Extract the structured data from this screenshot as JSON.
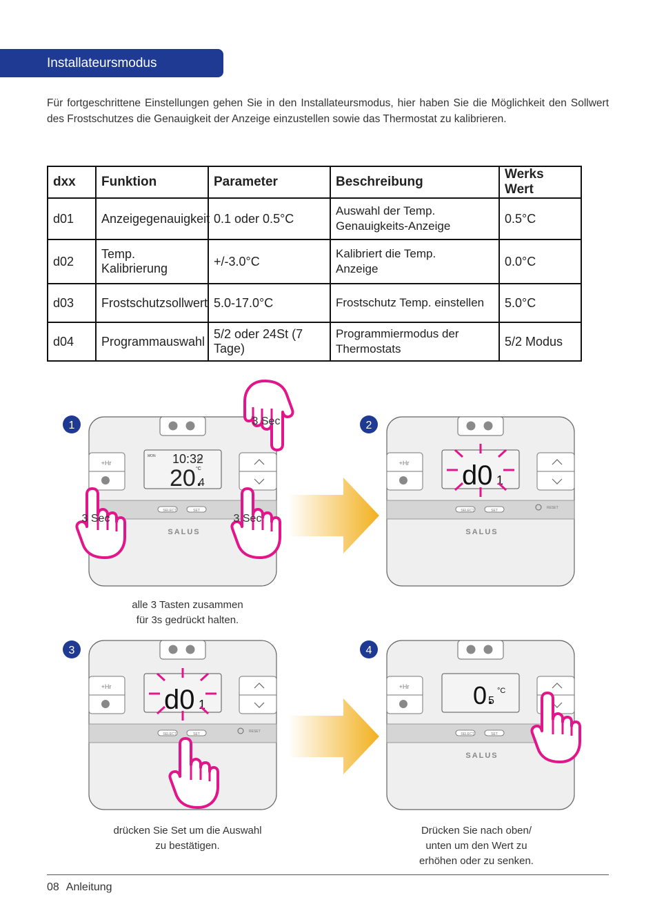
{
  "header": {
    "title": "Installateursmodus"
  },
  "intro": "Für fortgeschrittene Einstellungen gehen Sie in den Installateursmodus, hier haben Sie die Möglichkeit den Sollwert des Frostschutzes die Genauigkeit der Anzeige einzustellen sowie das Thermostat zu kalibrieren.",
  "table": {
    "headers": [
      "dxx",
      "Funktion",
      "Parameter",
      "Beschreibung",
      "Werks Wert"
    ],
    "rows": [
      {
        "code": "d01",
        "function": "Anzeigegenauigkeit",
        "parameter": "0.1 oder 0.5°C",
        "description_line1": "Auswahl der Temp.",
        "description_line2": "Genauigkeits-Anzeige",
        "default": "0.5°C"
      },
      {
        "code": "d02",
        "function": "Temp. Kalibrierung",
        "parameter": "+/-3.0°C",
        "description_line1": "Kalibriert die Temp.",
        "description_line2": "Anzeige",
        "default": "0.0°C"
      },
      {
        "code": "d03",
        "function": "Frostschutzsollwert",
        "parameter": "5.0-17.0°C",
        "description_line1": "Frostschutz Temp. einstellen",
        "description_line2": "",
        "default": "5.0°C"
      },
      {
        "code": "d04",
        "function": "Programmauswahl",
        "parameter": "5/2 oder 24St (7 Tage)",
        "description_line1": "Programmiermodus der",
        "description_line2": "Thermostats",
        "default": "5/2 Modus"
      }
    ]
  },
  "steps": [
    {
      "number": "1",
      "caption_line1": "alle 3 Tasten zusammen",
      "caption_line2": "für 3s gedrückt halten.",
      "hold_label": "3 Sec",
      "display_time": "10:32",
      "display_temp": "20.",
      "display_temp_dec": "4",
      "display_day": "MON",
      "display_am": "AM",
      "display_unit": "°C"
    },
    {
      "number": "2",
      "display_code": "d0",
      "display_code_suffix": "1"
    },
    {
      "number": "3",
      "caption_line1": "drücken Sie Set um die Auswahl",
      "caption_line2": "zu bestätigen.",
      "display_code": "d0",
      "display_code_suffix": "1"
    },
    {
      "number": "4",
      "caption_line1": "Drücken Sie nach oben/",
      "caption_line2": "unten um den Wert zu",
      "caption_line3": "erhöhen oder zu senken.",
      "display_value": "0.",
      "display_value_dec": "5",
      "display_unit": "°C"
    }
  ],
  "device": {
    "hr_label": "+Hr",
    "select_label": "SELECT",
    "set_label": "SET",
    "reset_label": "RESET",
    "brand": "SALUS"
  },
  "footer": {
    "page": "08",
    "label": "Anleitung"
  },
  "colors": {
    "accent": "#1f3a93",
    "highlight": "#e0168a",
    "arrow": "#f2b01e"
  }
}
